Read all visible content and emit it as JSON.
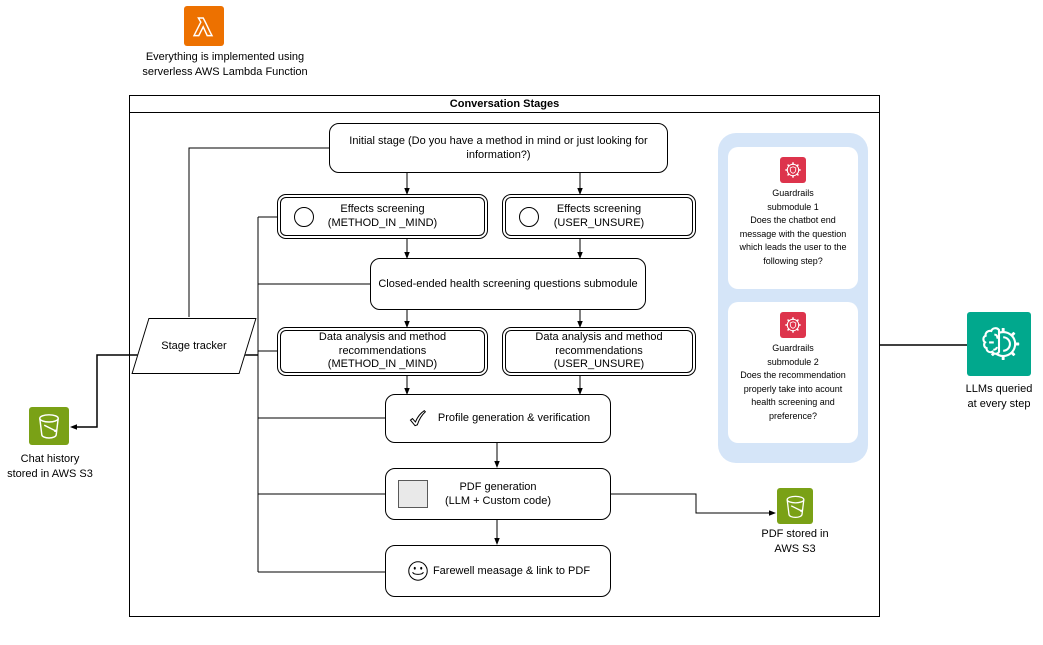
{
  "colors": {
    "lambda_orange": "#ED7100",
    "s3_green": "#7AA116",
    "guardrails_red": "#DD344C",
    "ml_teal": "#01A88D",
    "panel_blue": "#D5E5F8"
  },
  "lambda_note": {
    "line1": "Everything is implemented using",
    "line2": "serverless AWS Lambda Function"
  },
  "diagram": {
    "title": "Conversation Stages"
  },
  "flow": {
    "initial_label": "Initial stage (Do you have a method in mind or just looking for information?)",
    "effects_mind": {
      "line1": "Effects screening",
      "line2": "(METHOD_IN _MIND)"
    },
    "effects_unsure": {
      "line1": "Effects screening",
      "line2": "(USER_UNSURE)"
    },
    "closed_label": "Closed-ended health screening questions submodule",
    "data_mind": {
      "line1": "Data analysis and method",
      "line2": "recommendations",
      "line3": "(METHOD_IN _MIND)"
    },
    "data_unsure": {
      "line1": "Data analysis and method",
      "line2": "recommendations",
      "line3": "(USER_UNSURE)"
    },
    "profile_label": "Profile generation & verification",
    "pdf_gen": {
      "line1": "PDF generation",
      "line2": "(LLM + Custom code)"
    },
    "farewell_label": "Farewell measage & link to PDF",
    "stage_tracker_label": "Stage tracker"
  },
  "guardrails": {
    "sub1": {
      "name_line1": "Guardrails",
      "name_line2": "submodule 1",
      "question": "Does the chatbot end message with the question which leads the user to the following step?"
    },
    "sub2": {
      "name_line1": "Guardrails",
      "name_line2": "submodule 2",
      "question": "Does the recommendation properly take into acount health screening and preference?"
    }
  },
  "storage": {
    "chat_history": {
      "line1": "Chat history",
      "line2": "stored in AWS S3"
    },
    "pdf": {
      "line1": "PDF stored in",
      "line2": "AWS S3"
    }
  },
  "llm_note": {
    "line1": "LLMs queried",
    "line2": "at every step"
  }
}
